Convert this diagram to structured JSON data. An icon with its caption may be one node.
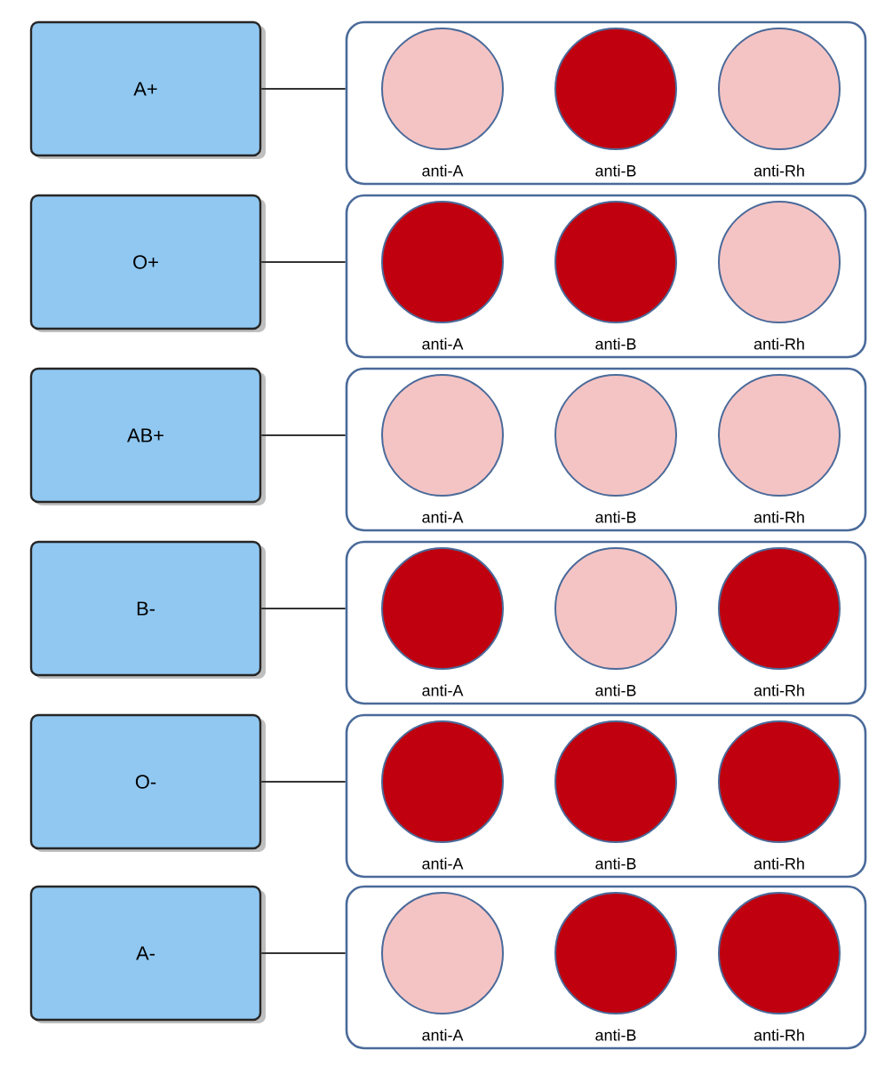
{
  "diagram": {
    "nodes": [
      {
        "text": [
          "A+"
        ]
      },
      {
        "text": [],
        "shape": "box"
      },
      {
        "text": [
          "anti-A"
        ],
        "in": 1
      },
      {
        "text": [
          "anti-B"
        ],
        "in": 1
      },
      {
        "text": [
          "anti-Rh"
        ],
        "in": 1
      },
      {
        "text": [
          "O+"
        ]
      },
      {
        "text": [],
        "shape": "box"
      },
      {
        "text": [
          "anti-A"
        ],
        "in": 6
      },
      {
        "text": [
          "anti-B"
        ],
        "in": 6
      },
      {
        "text": [
          "anti-Rh"
        ],
        "in": 6
      },
      {
        "text": [
          "AB+"
        ]
      },
      {
        "text": [],
        "shape": "box"
      },
      {
        "text": [
          "anti-A"
        ],
        "in": 11
      },
      {
        "text": [
          "anti-B"
        ],
        "in": 11
      },
      {
        "text": [
          "anti-Rh"
        ],
        "in": 11
      },
      {
        "text": [
          "B-"
        ]
      },
      {
        "text": [],
        "shape": "box"
      },
      {
        "text": [
          "anti-A"
        ],
        "in": 16
      },
      {
        "text": [
          "anti-B"
        ],
        "in": 16
      },
      {
        "text": [
          "anti-Rh"
        ],
        "in": 16
      },
      {
        "text": [
          "O-"
        ]
      },
      {
        "text": [],
        "shape": "box"
      },
      {
        "text": [
          "anti-A"
        ],
        "in": 21
      },
      {
        "text": [
          "anti-B"
        ],
        "in": 21
      },
      {
        "text": [
          "anti-Rh"
        ],
        "in": 21
      },
      {
        "text": [
          "A-"
        ]
      },
      {
        "text": [],
        "shape": "box"
      },
      {
        "text": [
          "anti-A"
        ],
        "in": 26
      },
      {
        "text": [
          "anti-B"
        ],
        "in": 26
      },
      {
        "text": [
          "anti-Rh"
        ],
        "in": 26
      }
    ],
    "edges": [
      {
        "from": 0,
        "to": 1,
        "arrow": "none"
      },
      {
        "from": 5,
        "to": 6,
        "arrow": "none"
      },
      {
        "from": 10,
        "to": 11,
        "arrow": "none"
      },
      {
        "from": 15,
        "to": 16,
        "arrow": "none"
      },
      {
        "from": 20,
        "to": 21,
        "arrow": "none"
      },
      {
        "from": 25,
        "to": 26,
        "arrow": "none"
      }
    ]
  }
}
